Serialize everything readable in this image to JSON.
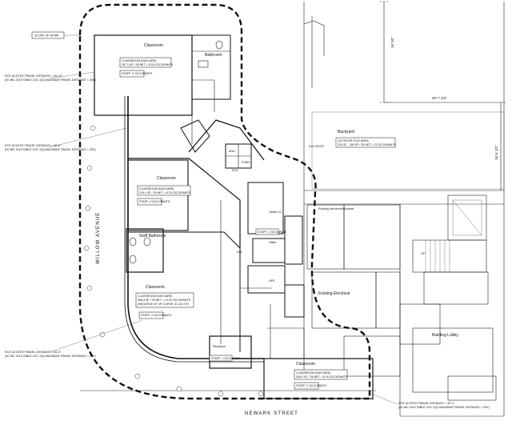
{
  "scope_label": "SCOPE OF WORK",
  "street_west": "WILLOW AVENUE",
  "street_south": "NEWARK STREET",
  "dimensions": {
    "vertical_top": "18'-10\"",
    "horizontal": "20'-7 1/2\"",
    "vertical_right": "15'-4 1/2\""
  },
  "exit_notes": [
    "EXIT ACCESS TRAVEL DISTANCE = 28'-10\"",
    "EXIT ACCESS TRAVEL DISTANCE = 59'-6\"",
    "EXIT ACCESS TRAVEL DISTANCE = 54'-6\"",
    "EXIT ACCESS TRAVEL DISTANCE = 49'-1\""
  ],
  "exit_note_sub": "(NJ IBC 2015 TABLE 1017.2(2) MAXIMUM TRAVEL DISTANCE = 200')",
  "rooms": {
    "classroom": "Classroom",
    "bathroom": "Bathroom",
    "backyard": "Backyard",
    "staff_bathroom": "Staff Bathroom",
    "office": "Office",
    "janitor": "Janitor CL",
    "ups": "UPS",
    "existing_electrical": "Existing Electrical",
    "reception": "Reception",
    "building_lobby": "Building Lobby",
    "existing_panel": "Existing unit electrical panel",
    "hall": "Hall",
    "furn": "FURN",
    "ahu": "AHU",
    "exg": "EXG",
    "up": "UP"
  },
  "tags": [
    {
      "title": "CLASSROOM (DAYCARE)",
      "line": "287.1 SF / 35 NET = 8.20 OCCUPANTS"
    },
    {
      "title": "CLASSROOM (DAYCARE)",
      "line": "219.4 SF / 35 NET = 6.24 OCCUPANTS"
    },
    {
      "title": "CLASSROOM (DAYCARE)",
      "line": "358.4 SF / 35 NET = 10.24 OCCUPANTS"
    },
    {
      "title": "CLASSROOM (DAYCARE)",
      "line": "306.0 SF / 35 NET = 8.76 OCCUPANTS"
    },
    {
      "title": "OUTDOOR PLAY AREA",
      "line": "310 SF - 150 SF / 30 NET = 22 OCCUPANTS"
    }
  ],
  "staff_tags": [
    "STAFF: 2 OCCUPANTS",
    "STAFF: 2 OCCUPANTS",
    "STAFF: 2 OCCUPANTS",
    "STAFF: 1 OCCUPANT",
    "STAFF: 1 OCCUPANT",
    "STAFF: 2 OCCUPANTS"
  ],
  "misc": {
    "curve_note": "(NEGATIVE SF OF CURVE: 31.131 SF)",
    "exg_roof": "EXG ROOF"
  }
}
